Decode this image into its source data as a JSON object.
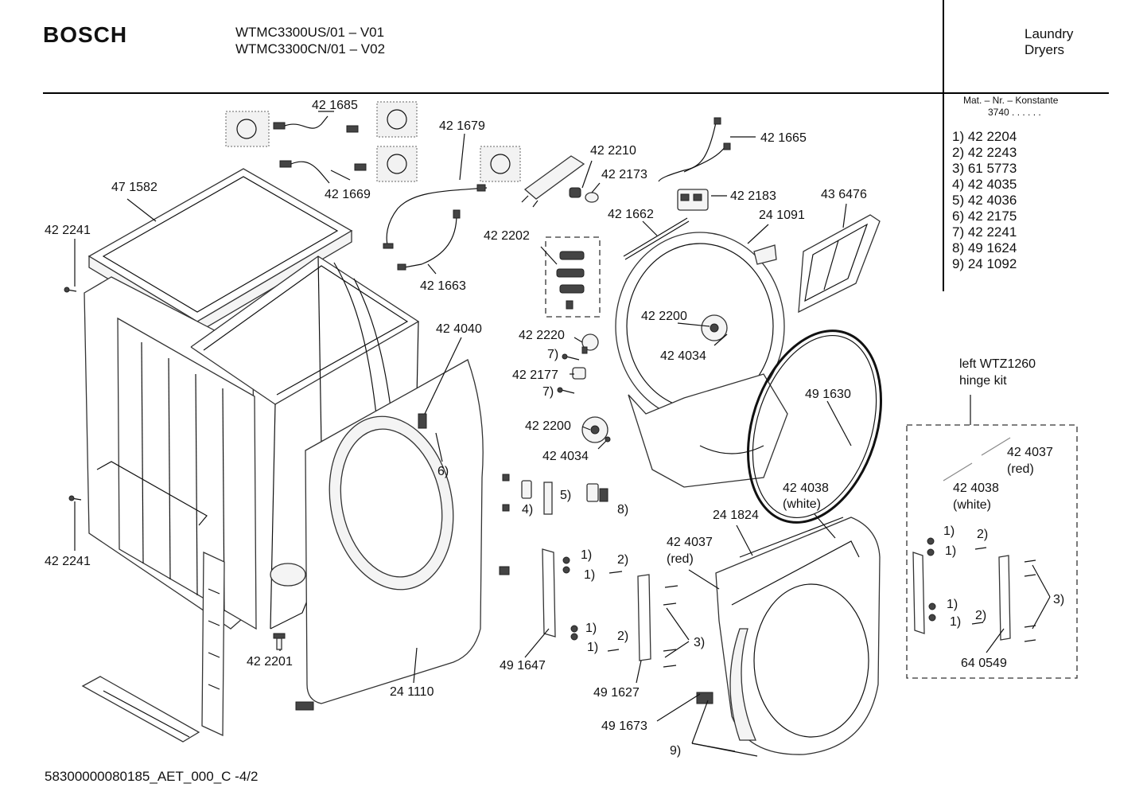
{
  "header": {
    "brand": "BOSCH",
    "models": [
      "WTMC3300US/01 – V01",
      "WTMC3300CN/01 – V02"
    ],
    "category": [
      "Laundry",
      "Dryers"
    ]
  },
  "constants": {
    "title": "Mat. – Nr. – Konstante",
    "value": "3740 . . . . . .",
    "items": [
      "1) 42 2204",
      "2) 42 2243",
      "3) 61 5773",
      "4) 42 4035",
      "5) 42 4036",
      "6) 42 2175",
      "7) 42 2241",
      "8) 49 1624",
      "9) 24 1092"
    ]
  },
  "part_labels": {
    "p421685": "42 1685",
    "p421679": "42 1679",
    "p421669": "42 1669",
    "p471582": "47 1582",
    "p422241a": "42 2241",
    "p421663": "42 1663",
    "p422210": "42 2210",
    "p422173": "42 2173",
    "p421665": "42 1665",
    "p422183": "42 2183",
    "p421662": "42 1662",
    "p241091": "24 1091",
    "p436476": "43 6476",
    "p422202": "42 2202",
    "p424040": "42 4040",
    "p422220": "42 2220",
    "n7a": "7)",
    "p422177": "42 2177",
    "n7b": "7)",
    "p422200a": "42 2200",
    "p424034a": "42 4034",
    "p422200b": "42 2200",
    "p424034b": "42 4034",
    "n6": "6)",
    "n4": "4)",
    "n5": "5)",
    "n8": "8)",
    "p491630": "49 1630",
    "p424038a": "42 4038",
    "white_a": "(white)",
    "p241824": "24 1824",
    "p424037a": "42 4037",
    "red_a": "(red)",
    "p422241b": "42 2241",
    "p422201": "42 2201",
    "p241110": "24 1110",
    "n1a": "1)",
    "n1b": "1)",
    "n2a": "2)",
    "n1c": "1)",
    "n1d": "1)",
    "n2b": "2)",
    "p491647": "49 1647",
    "p491627": "49 1627",
    "n3a": "3)",
    "p491673": "49 1673",
    "n9": "9)"
  },
  "hinge_kit": {
    "title": [
      "left WTZ1260",
      "hinge kit"
    ],
    "labels": {
      "p424037": "42 4037",
      "red": "(red)",
      "p424038": "42 4038",
      "white": "(white)",
      "n1a": "1)",
      "n2a": "2)",
      "n1b": "1)",
      "n1c": "1)",
      "n2b": "2)",
      "n1d": "1)",
      "n3": "3)",
      "p640549": "64 0549"
    }
  },
  "footer": "58300000080185_AET_000_C -4/2"
}
